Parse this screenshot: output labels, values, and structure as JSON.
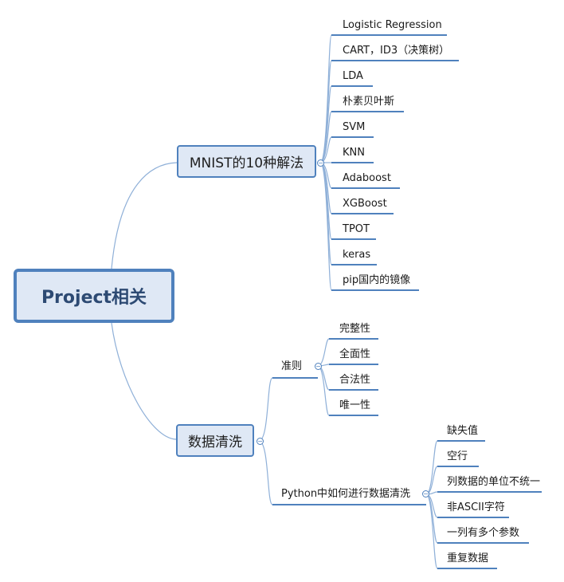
{
  "root": {
    "label": "Project相关"
  },
  "branches": [
    {
      "label": "MNIST的10种解法",
      "children": [
        "Logistic Regression",
        "CART，ID3（决策树）",
        "LDA",
        "朴素贝叶斯",
        "SVM",
        "KNN",
        "Adaboost",
        "XGBoost",
        "TPOT",
        "keras",
        "pip国内的镜像"
      ]
    },
    {
      "label": "数据清洗",
      "children": [
        {
          "label": "准则",
          "children": [
            "完整性",
            "全面性",
            "合法性",
            "唯一性"
          ]
        },
        {
          "label": "Python中如何进行数据清洗",
          "children": [
            "缺失值",
            "空行",
            "列数据的单位不统一",
            "非ASCII字符",
            "一列有多个参数",
            "重复数据"
          ]
        }
      ]
    }
  ],
  "colors": {
    "line": "#4f81bd",
    "node_fill": "#dfe8f5",
    "root_text": "#2d4a73"
  },
  "icons": {
    "collapse": "minus-circle-icon"
  }
}
